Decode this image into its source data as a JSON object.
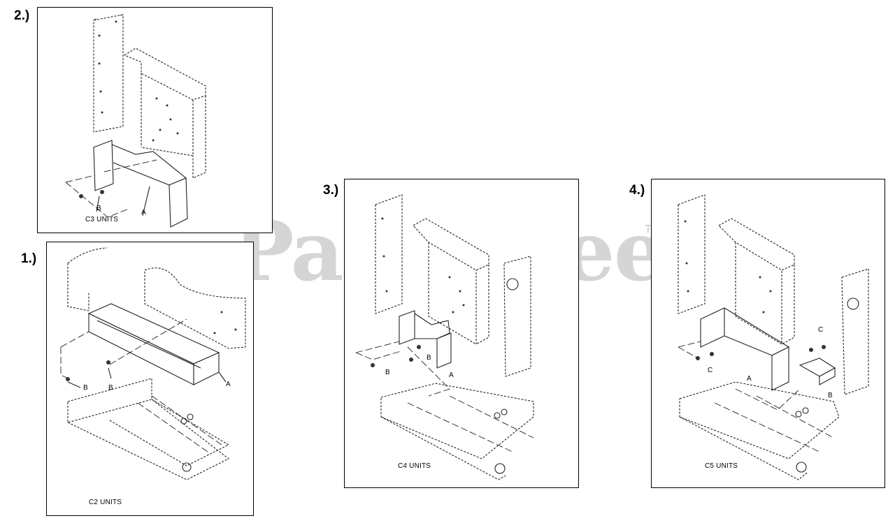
{
  "steps": [
    {
      "number": "2.)",
      "units": "C3 UNITS",
      "callouts": [
        "A",
        "B"
      ]
    },
    {
      "number": "1.)",
      "units": "C2 UNITS",
      "callouts": [
        "A",
        "B",
        "B"
      ]
    },
    {
      "number": "3.)",
      "units": "C4 UNITS",
      "callouts": [
        "A",
        "B",
        "B"
      ]
    },
    {
      "number": "4.)",
      "units": "C5 UNITS",
      "callouts": [
        "A",
        "B",
        "C",
        "C"
      ]
    }
  ],
  "watermark": {
    "text": "PartsTree",
    "trademark": "TM"
  }
}
